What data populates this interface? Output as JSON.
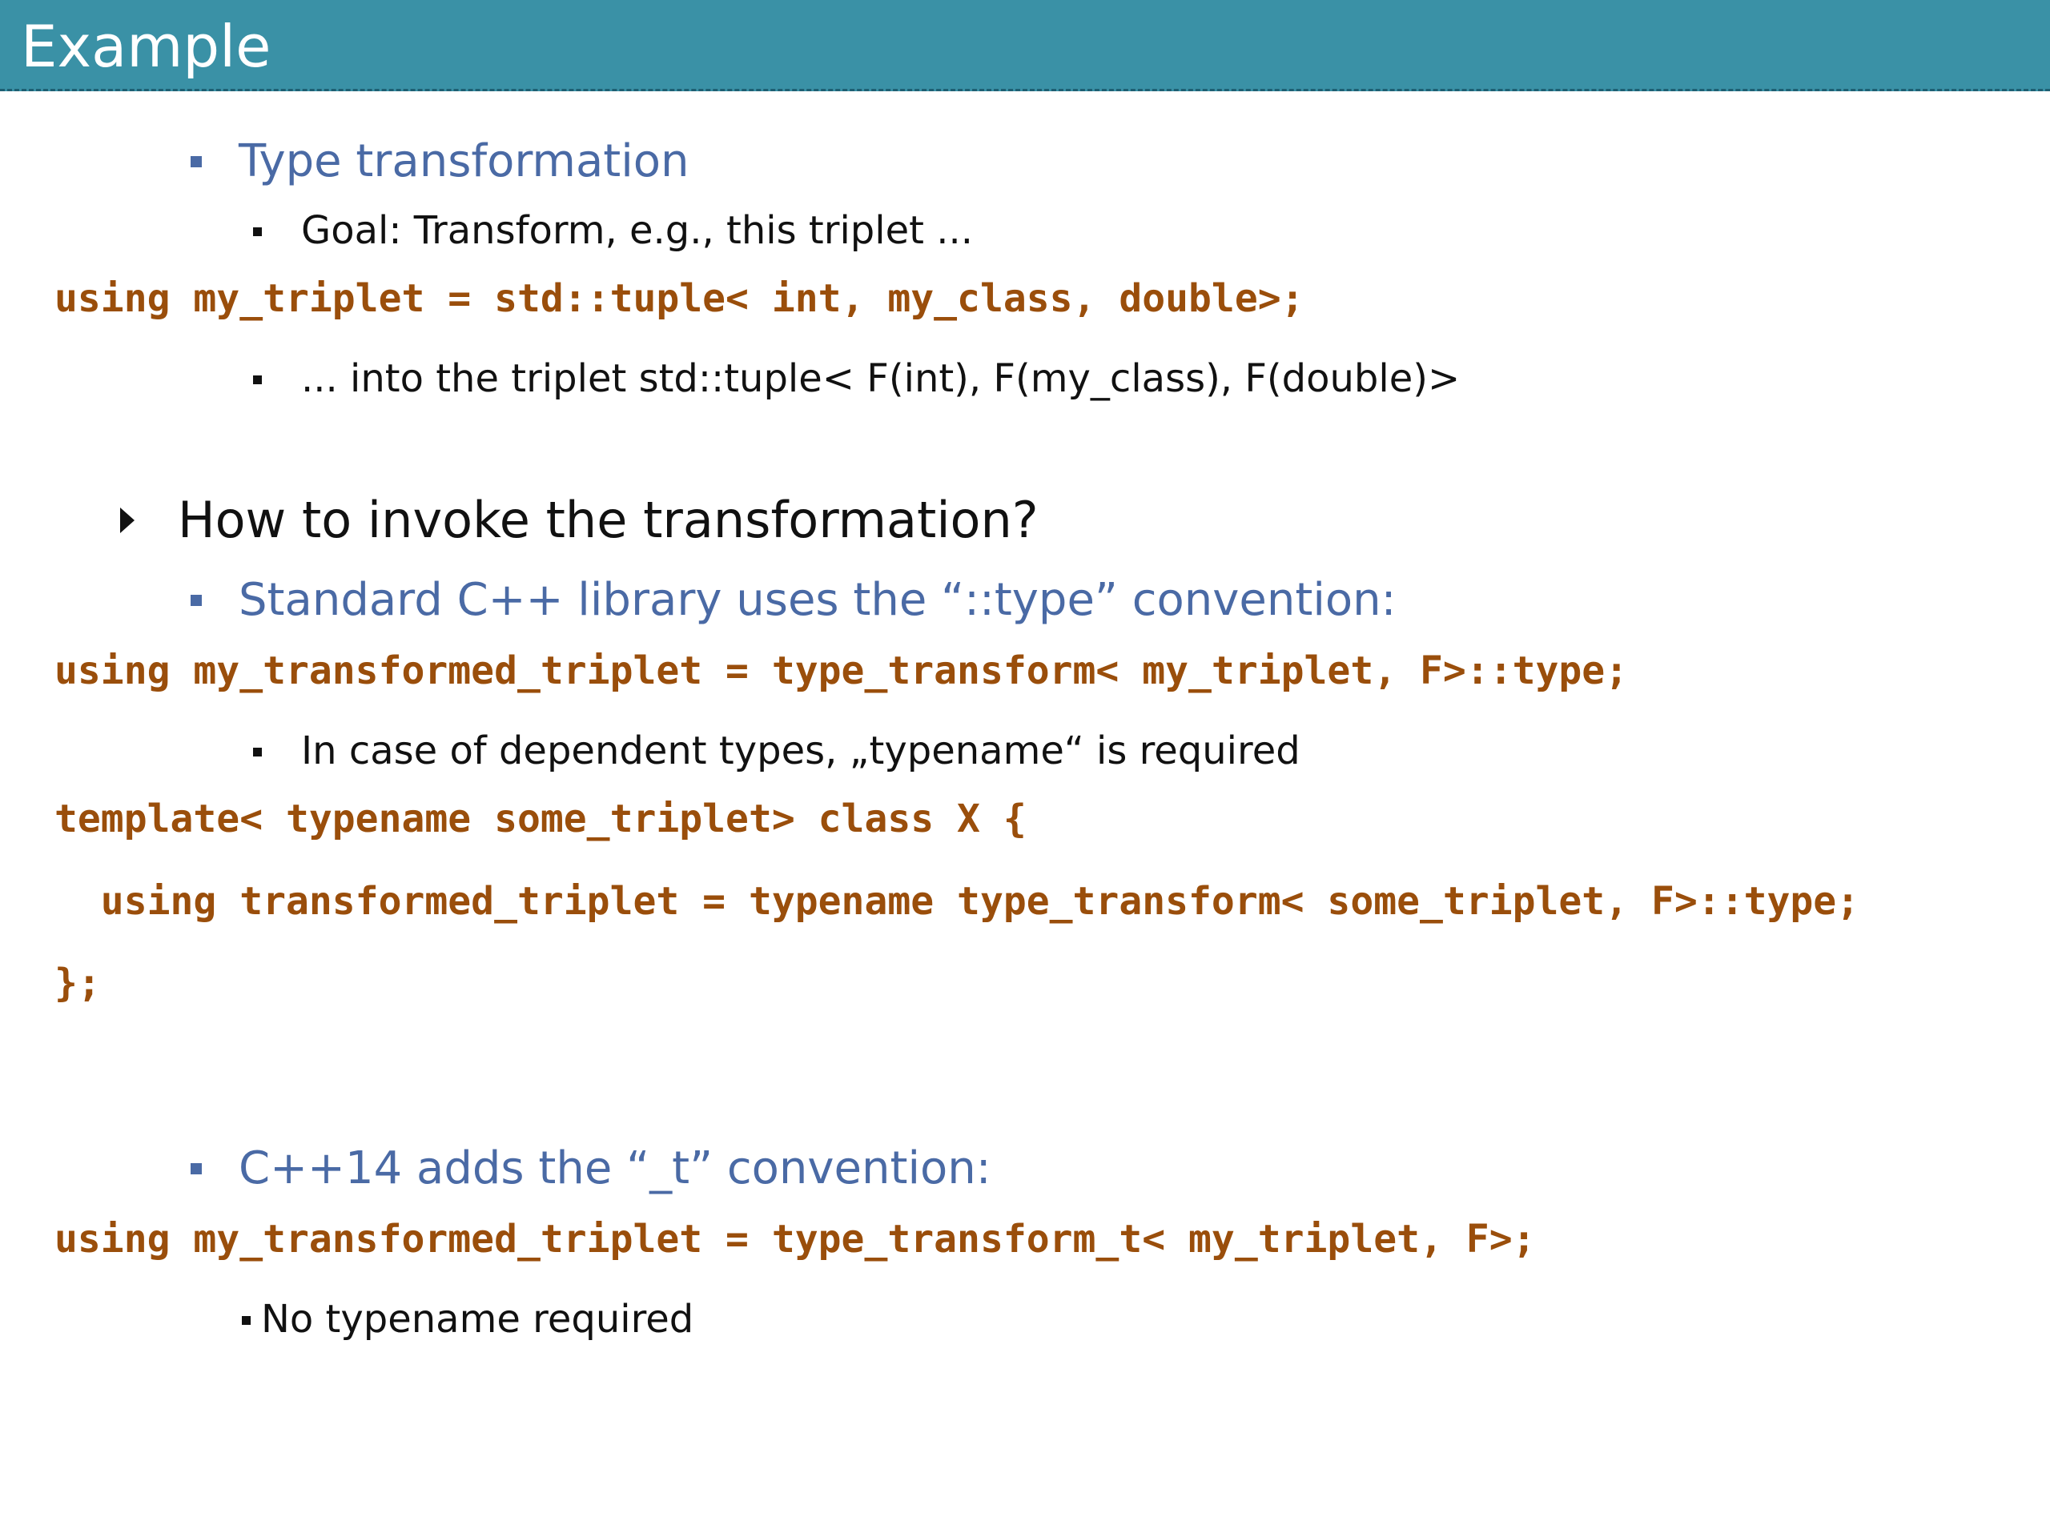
{
  "slide": {
    "title": "Example",
    "items": [
      {
        "kind": "sub",
        "text": "Type transformation"
      },
      {
        "kind": "subsub",
        "text": "Goal: Transform, e.g., this triplet ..."
      },
      {
        "kind": "code",
        "text": "using my_triplet = std::tuple< int, my_class, double>;"
      },
      {
        "kind": "subsub",
        "text": "... into the triplet std::tuple< F(int), F(my_class), F(double)>"
      },
      {
        "kind": "head",
        "text": "How to invoke the transformation?"
      },
      {
        "kind": "sub",
        "text": "Standard C++ library uses the “::type” convention:"
      },
      {
        "kind": "code",
        "text": "using my_transformed_triplet = type_transform< my_triplet, F>::type;"
      },
      {
        "kind": "subsub",
        "text": "In case of dependent types, „typename“ is required"
      },
      {
        "kind": "code",
        "text": "template< typename some_triplet> class X {"
      },
      {
        "kind": "code",
        "text": "  using transformed_triplet = typename type_transform< some_triplet, F>::type;"
      },
      {
        "kind": "code",
        "text": "};"
      },
      {
        "kind": "sub",
        "text": "C++14 adds the “_t” convention:"
      },
      {
        "kind": "code",
        "text": "using my_transformed_triplet = type_transform_t< my_triplet, F>;"
      },
      {
        "kind": "subsub",
        "text": "No typename required"
      }
    ]
  }
}
